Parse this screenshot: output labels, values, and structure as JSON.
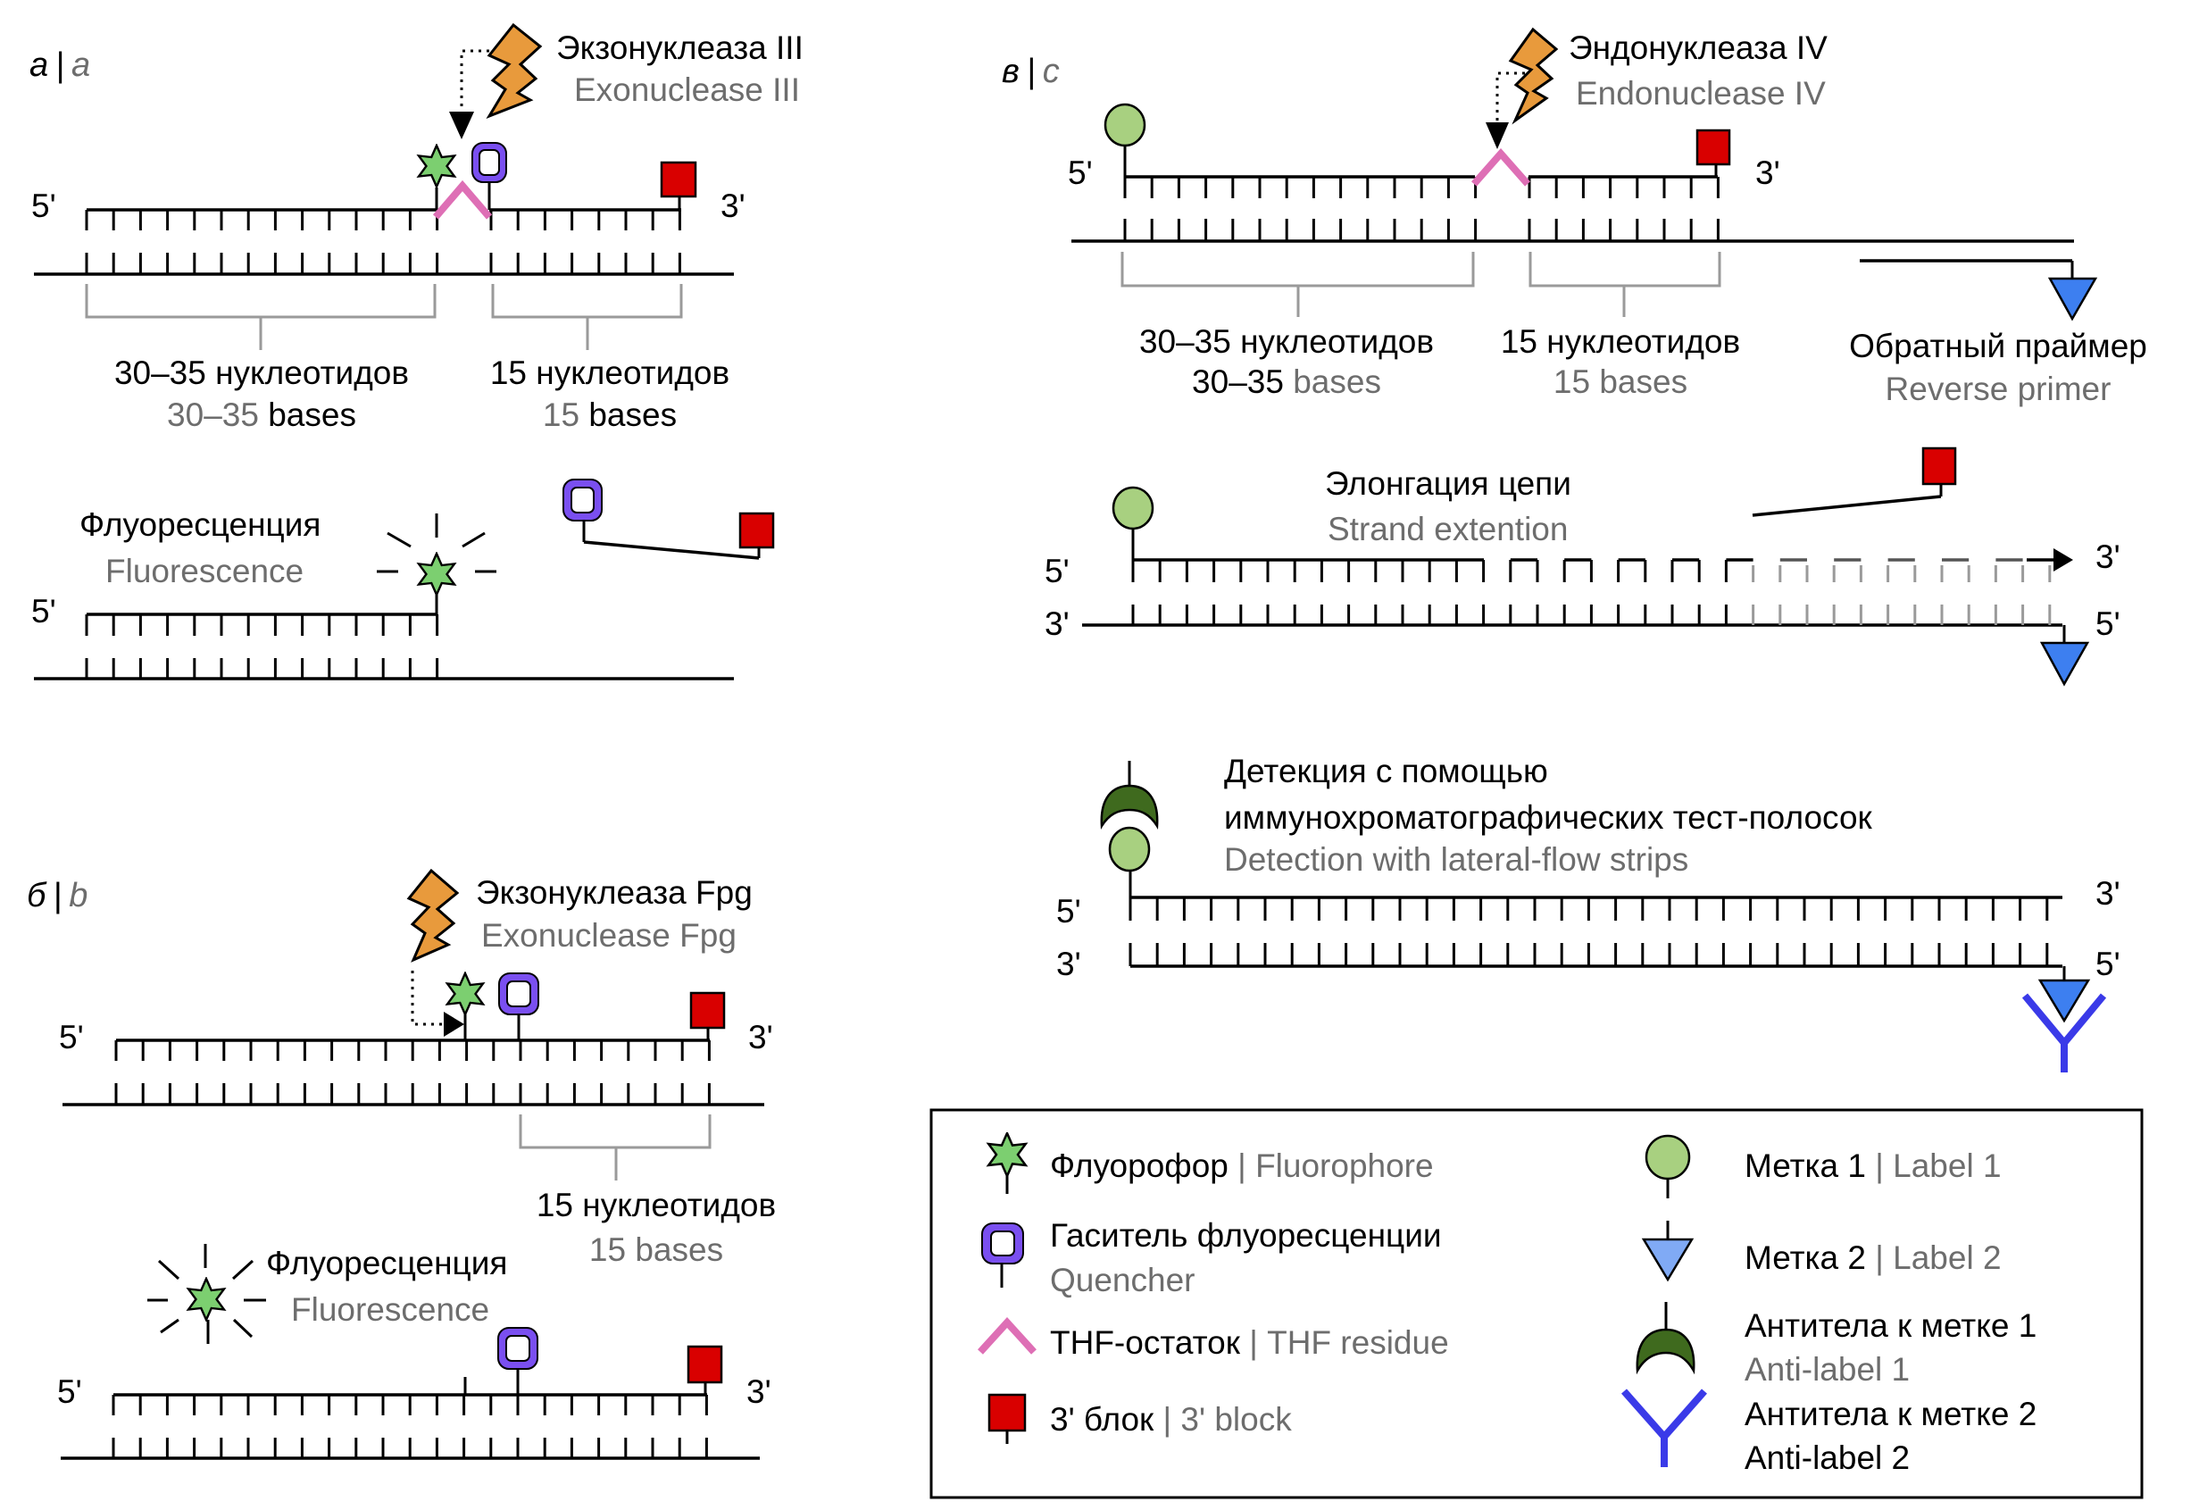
{
  "figure": {
    "colors": {
      "lightning": "#e89a3c",
      "fluorophore": "#7ccf70",
      "quencher": "#7a4ff0",
      "block": "#d90000",
      "thf": "#de6fb5",
      "label1": "#a8d080",
      "label2_diagram": "#3d7ff0",
      "label2_legend": "#80aaf5",
      "antilabel1": "#3f6a1e",
      "antilabel2": "#3a3ae8",
      "english_text": "#6d6d6d",
      "bracket": "#9a9a9a"
    },
    "panels": {
      "a": {
        "label_ru": "а",
        "label_en": "a",
        "enzyme_ru": "Экзонуклеаза III",
        "enzyme_en": "Exonuclease III",
        "strand_top": {
          "left_ticks": 14,
          "right_ticks": 8
        },
        "bracket_left": {
          "ru": "30–35 нуклеотидов",
          "en_num": "30–35",
          "en_word": "bases"
        },
        "bracket_right": {
          "ru": "15 нуклеотидов",
          "en_num": "15",
          "en_word": "bases"
        },
        "end_5": "5'",
        "end_3": "3'",
        "result_ru": "Флуоресценция",
        "result_en": "Fluorescence",
        "result_ticks": 14
      },
      "b": {
        "label_ru": "б",
        "label_en": "b",
        "enzyme_ru": "Экзонуклеаза Fpg",
        "enzyme_en": "Exonuclease Fpg",
        "strand_ticks": 23,
        "bracket": {
          "ru": "15 нуклеотидов",
          "en": "15 bases"
        },
        "end_5": "5'",
        "end_3": "3'",
        "result_ru": "Флуоресценция",
        "result_en": "Fluorescence"
      },
      "c": {
        "label_ru": "в",
        "label_en": "c",
        "enzyme_ru": "Эндонуклеаза IV",
        "enzyme_en": "Endonuclease IV",
        "strand_top": {
          "left_ticks": 14,
          "right_ticks": 8
        },
        "bracket_left": {
          "ru": "30–35 нуклеотидов",
          "en_num": "30–35",
          "en_word": "bases"
        },
        "bracket_right": {
          "ru": "15 нуклеотидов",
          "en_num": "15",
          "en_word": "bases"
        },
        "primer_ru": "Обратный праймер",
        "primer_en": "Reverse primer",
        "elongation_ru": "Элонгация цепи",
        "elongation_en": "Strand extention",
        "detection_ru_line1": "Детекция с помощью",
        "detection_ru_line2": "иммунохроматографических тест-полосок",
        "detection_en": "Detection with lateral-flow strips",
        "end_5": "5'",
        "end_3": "3'",
        "elongation_ticks": 35,
        "detection_ticks": 35
      }
    },
    "legend": {
      "separator": "|",
      "items": [
        {
          "icon": "fluorophore-star-icon",
          "ru": "Флуорофор",
          "en": "Fluorophore",
          "inline": true
        },
        {
          "icon": "quencher-icon",
          "ru": "Гаситель флуоресценции",
          "en": "Quencher",
          "inline": false
        },
        {
          "icon": "thf-residue-icon",
          "ru": "THF-остаток",
          "en": "THF residue",
          "inline": true
        },
        {
          "icon": "block-3-icon",
          "ru": "3' блок",
          "en": "3' block",
          "inline": true
        },
        {
          "icon": "label1-circle-icon",
          "ru": "Метка 1",
          "en": "Label 1",
          "inline": true
        },
        {
          "icon": "label2-triangle-icon",
          "ru": "Метка 2",
          "en": "Label 2",
          "inline": true
        },
        {
          "icon": "antilabel1-icon",
          "ru": "Антитела к метке 1",
          "en": "Anti-label 1",
          "inline": false
        },
        {
          "icon": "antilabel2-icon",
          "ru": "Антитела к метке 2",
          "en": "Anti-label 2",
          "inline": false,
          "en_black": true
        }
      ]
    }
  }
}
